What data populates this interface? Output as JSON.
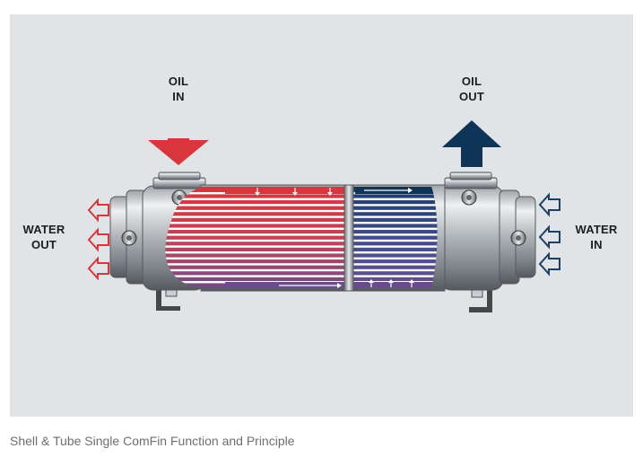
{
  "labels": {
    "oil_in": [
      "OIL",
      "IN"
    ],
    "oil_out": [
      "OIL",
      "OUT"
    ],
    "water_out": [
      "WATER",
      "OUT"
    ],
    "water_in": [
      "WATER",
      "IN"
    ]
  },
  "caption": "Shell & Tube Single ComFin Function and Principle",
  "colors": {
    "oil_hot": "#d8363c",
    "oil_cool": "#0e3558",
    "water_cold": "#1c3f63",
    "water_warm": "#d8363c",
    "shell_purple": "#6a4c8c"
  }
}
